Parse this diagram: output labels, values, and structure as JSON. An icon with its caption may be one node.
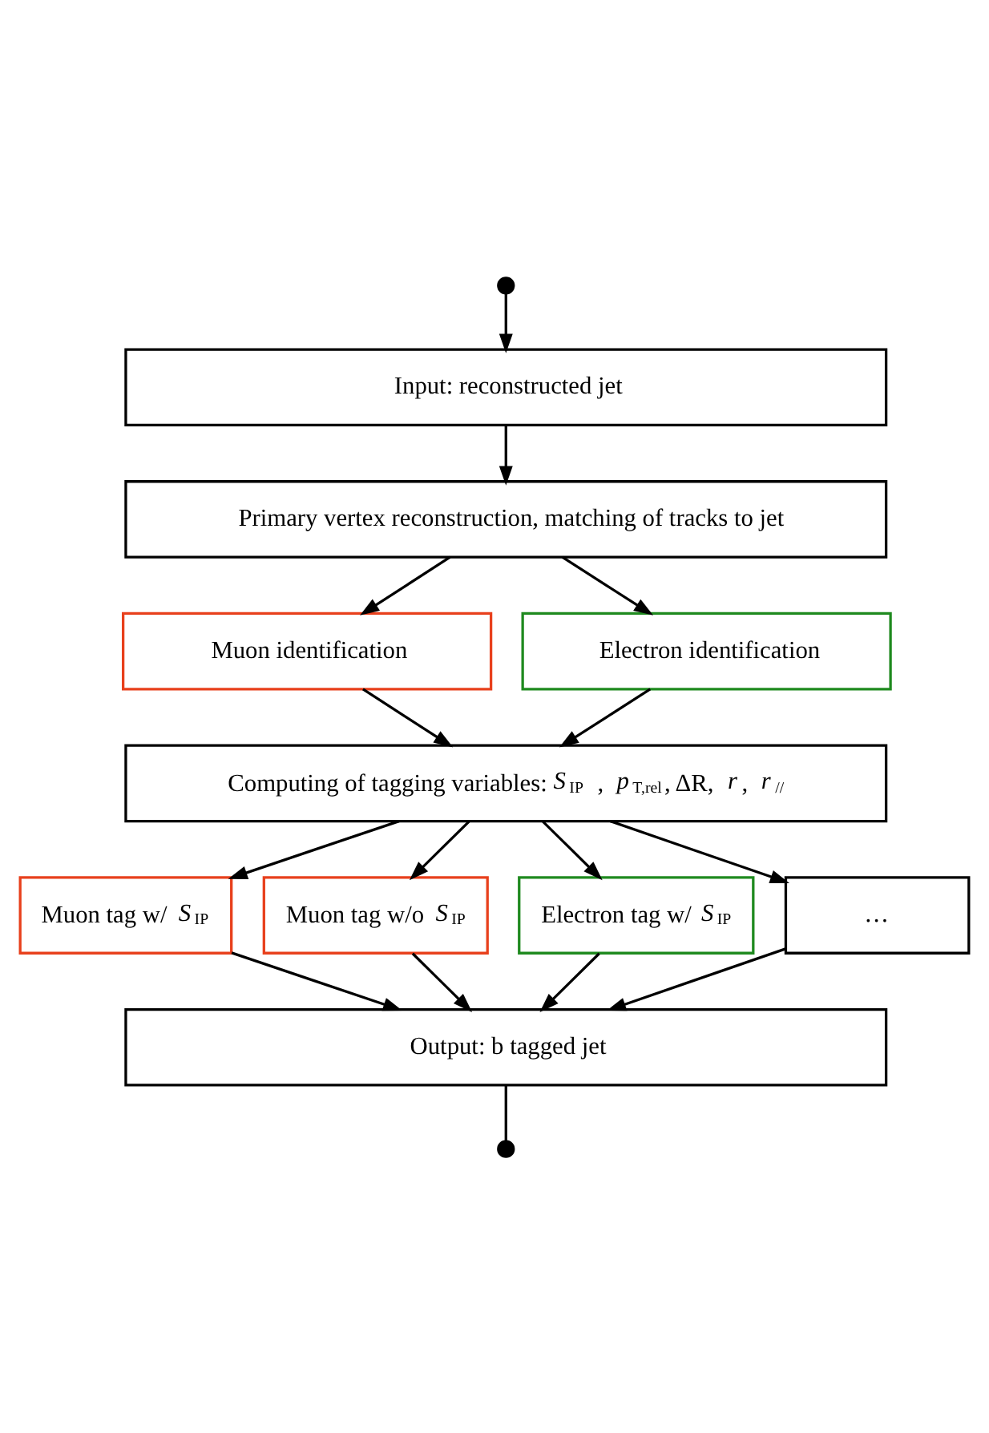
{
  "diagram": {
    "nodes": [
      {
        "text": [],
        "shape": "circle"
      },
      {
        "text": [
          "Input: reconstructed jet"
        ]
      },
      {
        "text": [
          "Primary vertex reconstruction, matching of tracks to jet"
        ]
      },
      {
        "text": [
          "Muon identification"
        ]
      },
      {
        "text": [
          "Electron identification"
        ]
      },
      {
        "text": [
          "Computing of tagging variables: *S*$_{IP}$ , *p*$_{T,rel}$, ΔR, *r*, *r*$_{//}$"
        ]
      },
      {
        "text": [
          "Muon tag w/ *S*$_{IP}$"
        ]
      },
      {
        "text": [
          "Muon tag w/o *S*$_{IP}$"
        ]
      },
      {
        "text": [
          "Electron tag w/ *S*$_{IP}$"
        ]
      },
      {
        "text": [
          "…"
        ]
      },
      {
        "text": [
          "Output: b tagged jet"
        ]
      },
      {
        "text": [],
        "shape": "circle"
      }
    ],
    "edges": [
      {
        "from": 0,
        "to": 1,
        "arrow": "to"
      },
      {
        "from": 1,
        "to": 2,
        "arrow": "to"
      },
      {
        "from": 2,
        "to": 3,
        "arrow": "to"
      },
      {
        "from": 2,
        "to": 4,
        "arrow": "to"
      },
      {
        "from": 3,
        "to": 5,
        "arrow": "to"
      },
      {
        "from": 4,
        "to": 5,
        "arrow": "to"
      },
      {
        "from": 5,
        "to": 6,
        "arrow": "to"
      },
      {
        "from": 5,
        "to": 7,
        "arrow": "to"
      },
      {
        "from": 5,
        "to": 8,
        "arrow": "to"
      },
      {
        "from": 5,
        "to": 9,
        "arrow": "to"
      },
      {
        "from": 6,
        "to": 10,
        "arrow": "to"
      },
      {
        "from": 7,
        "to": 10,
        "arrow": "to"
      },
      {
        "from": 8,
        "to": 10,
        "arrow": "to"
      },
      {
        "from": 9,
        "to": 10,
        "arrow": "to"
      },
      {
        "from": 10,
        "to": 11,
        "arrow": "none"
      }
    ]
  }
}
